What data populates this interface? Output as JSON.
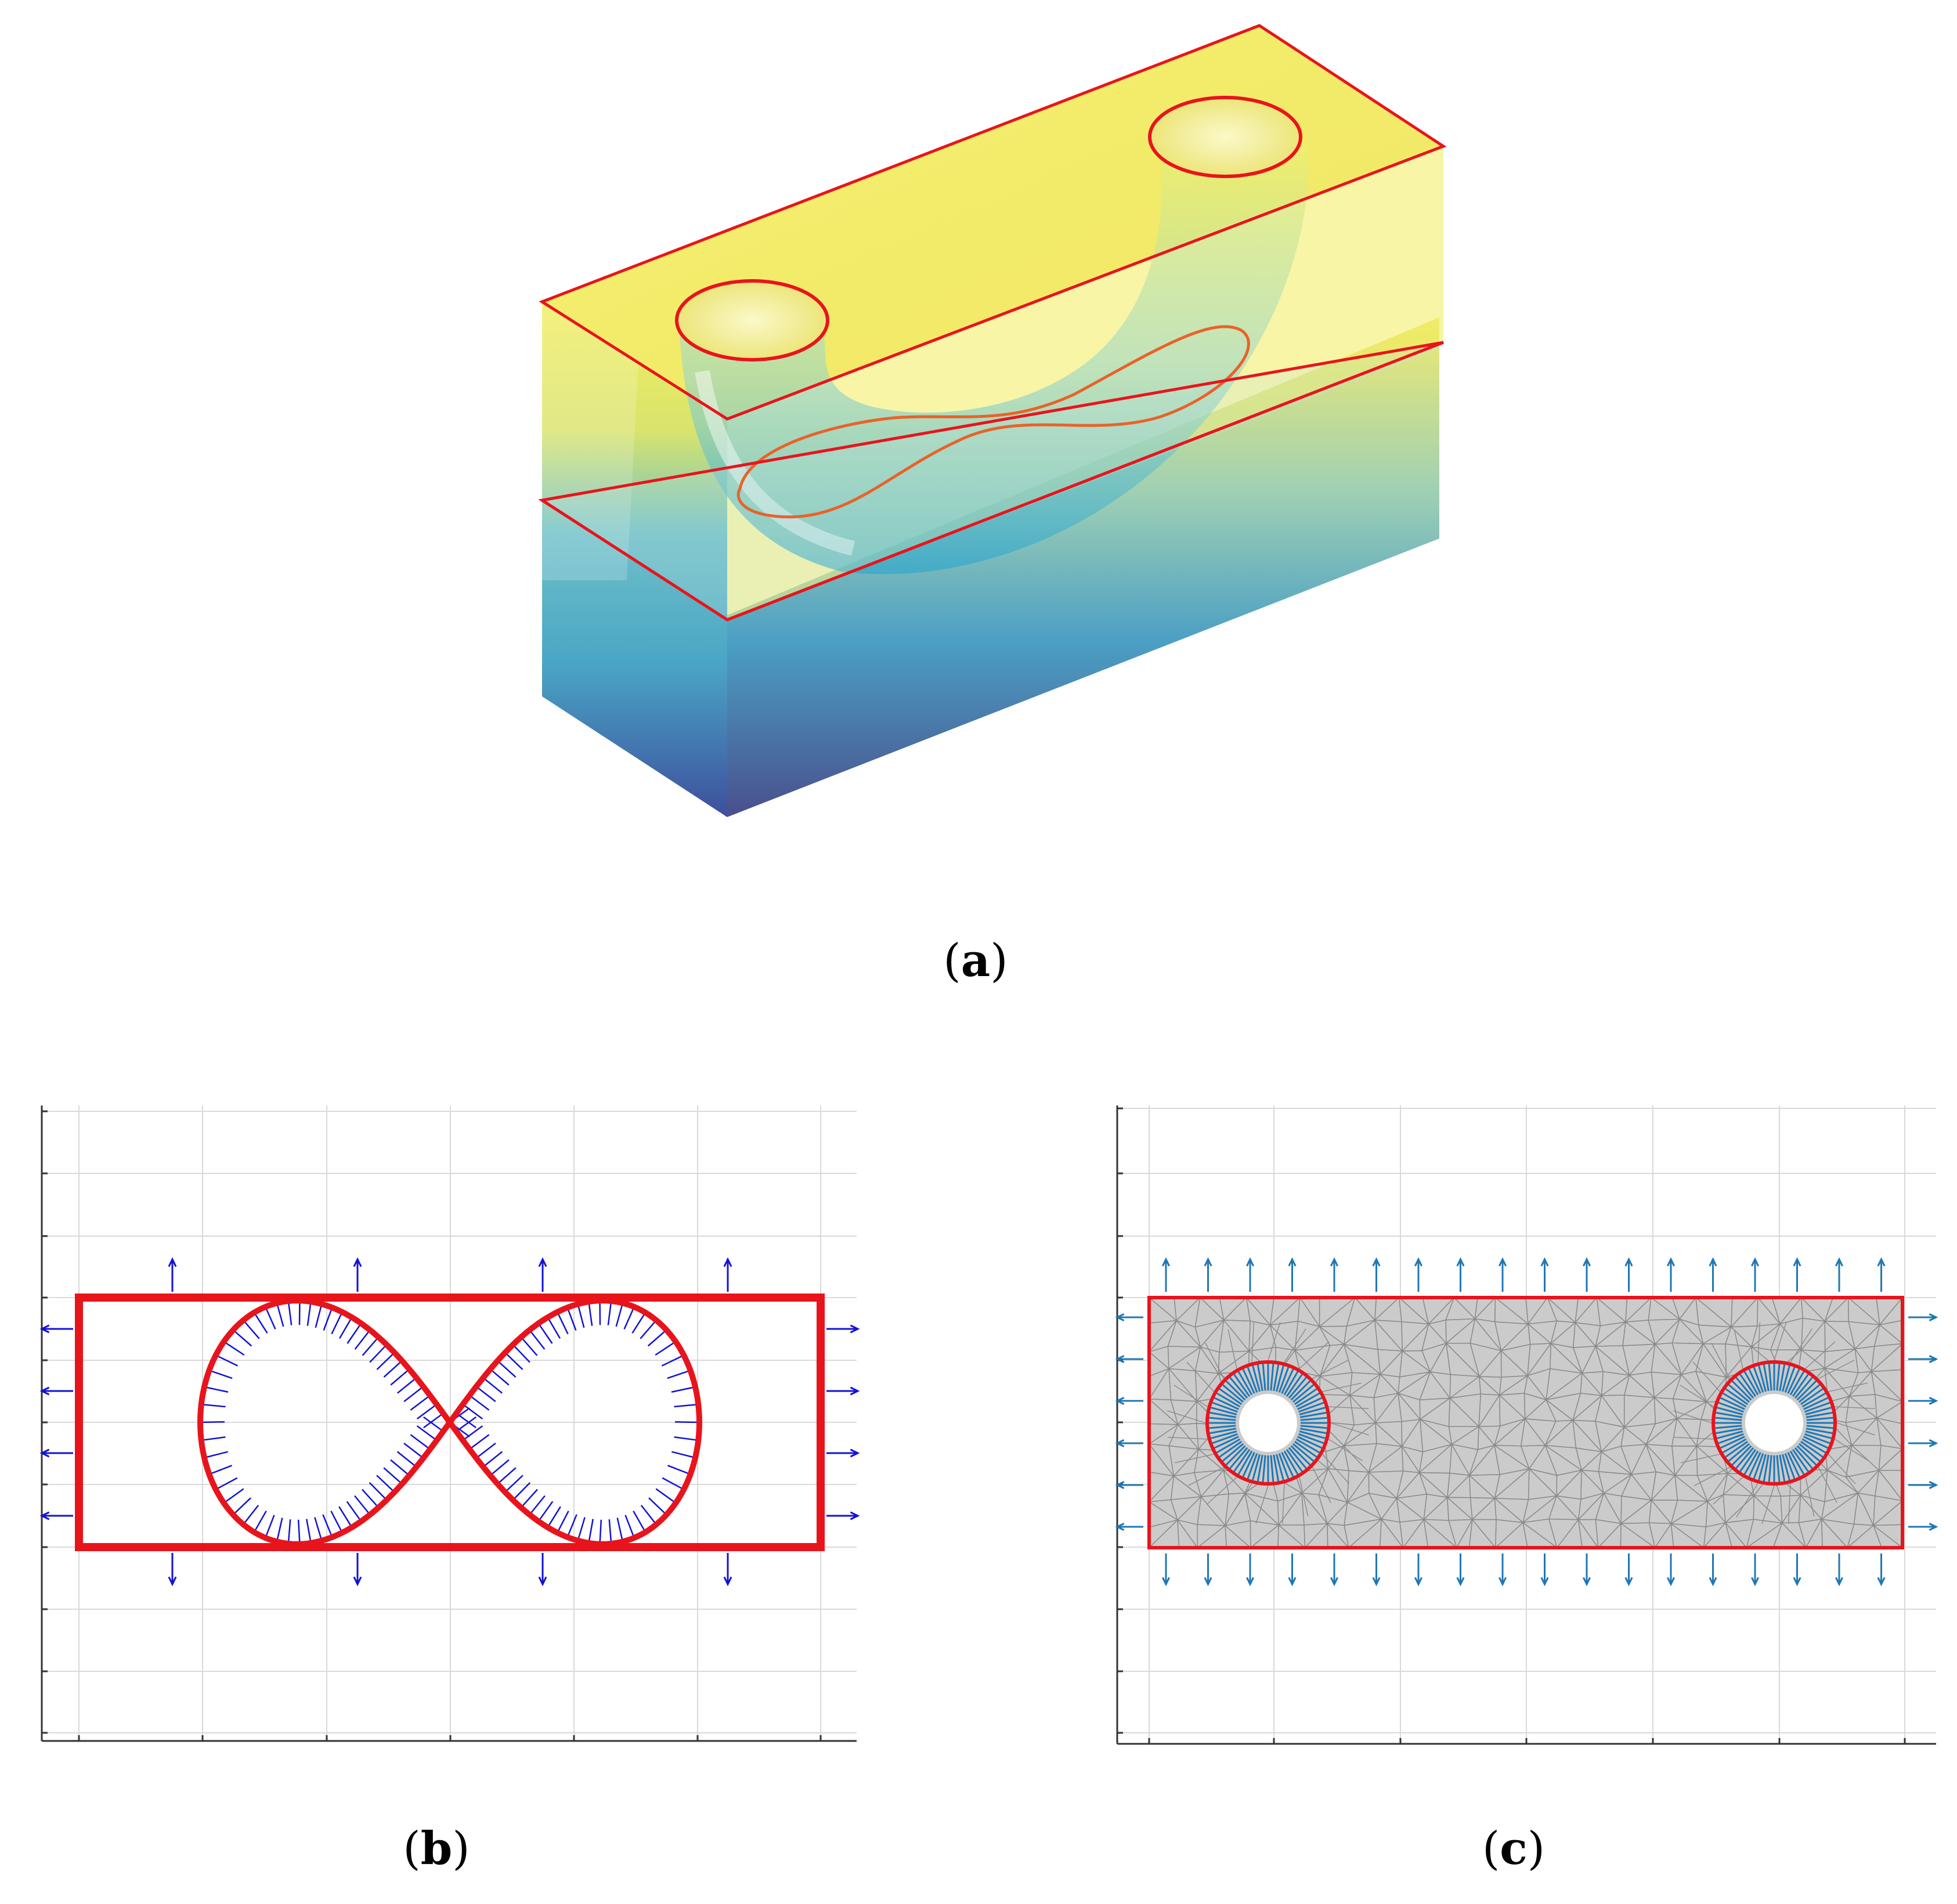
{
  "panels": [
    {
      "id": "a",
      "letter": "a"
    },
    {
      "id": "b",
      "letter": "b"
    },
    {
      "id": "c",
      "letter": "c"
    }
  ],
  "colors": {
    "boundary": "#e8141c",
    "arrow_b": "#1212d6",
    "arrow_c": "#1f77b4",
    "mesh_fill": "#cbcbcb",
    "mesh_line": "#8a8a8a",
    "grid": "#d9d9d9",
    "axis": "#333333",
    "top_yellow": "#f1ee5c",
    "mid_teal": "#55b5c8",
    "bottom_blue": "#3f5fa8"
  }
}
